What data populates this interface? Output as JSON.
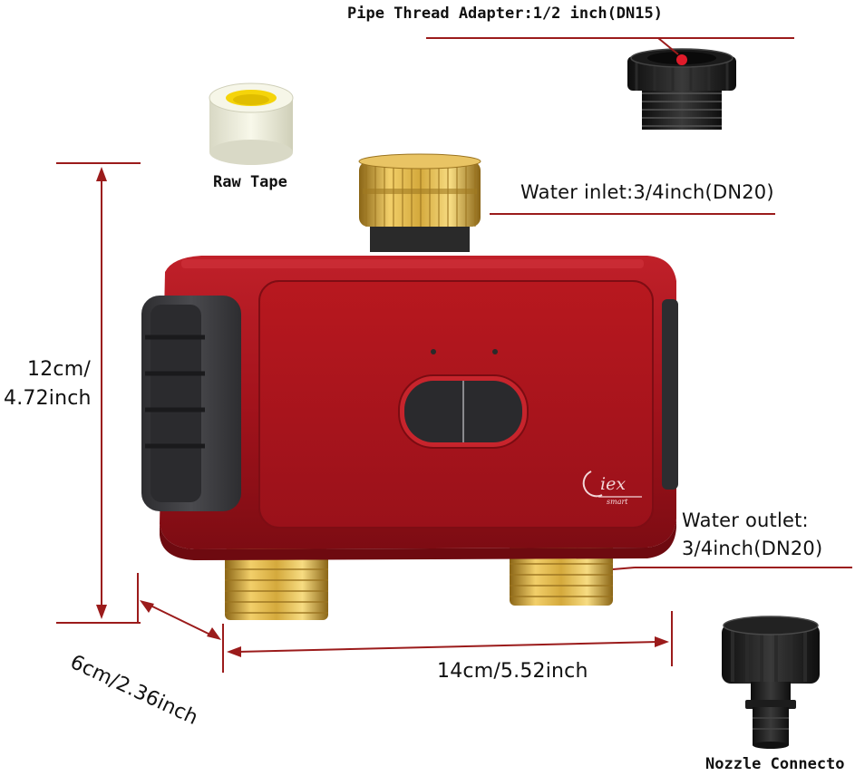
{
  "labels": {
    "pipe_adapter": "Pipe Thread Adapter:1/2 inch(DN15)",
    "raw_tape": "Raw Tape",
    "water_inlet": "Water inlet:3/4inch(DN20)",
    "water_outlet_line1": "Water outlet:",
    "water_outlet_line2": "3/4inch(DN20)",
    "height_line1": "12cm/",
    "height_line2": "4.72inch",
    "width": "14cm/5.52inch",
    "depth": "6cm/2.36inch",
    "nozzle": "Nozzle Connecto"
  },
  "brand": {
    "logo_text": "iex",
    "logo_sub": "smart"
  },
  "colors": {
    "body_red": "#a3131c",
    "body_red_dark": "#6e0a10",
    "grip_gray": "#3b3b3e",
    "brass": "#d4a93c",
    "brass_dark": "#8a6516",
    "dimension_line": "#9b1b1b",
    "tape_yellow": "#f5d40a"
  },
  "icons": {
    "device": "water-timer-device-icon",
    "adapter": "pipe-adapter-icon",
    "tape": "raw-tape-roll-icon",
    "nozzle": "nozzle-connector-icon"
  }
}
